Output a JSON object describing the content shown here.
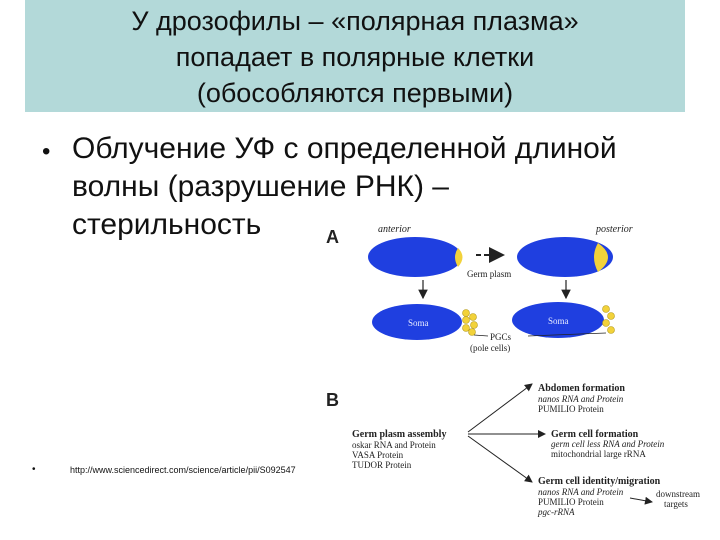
{
  "slide": {
    "title_lines": [
      "У дрозофилы – «полярная плазма»",
      "попадает в полярные клетки",
      "(обособляются первыми)"
    ],
    "bullet_lines": [
      "Облучение УФ с определенной длиной",
      "волны (разрушение РНК) –",
      "стерильность"
    ],
    "link_text": "http://www.sciencedirect.com/science/article/pii/S092547"
  },
  "figure": {
    "panel_a": {
      "label": "A",
      "anterior": "anterior",
      "posterior": "posterior",
      "germ_plasm": "Germ plasm",
      "soma_left": "Soma",
      "soma_right": "Soma",
      "pgcs": "PGCs",
      "pole_cells": "(pole cells)"
    },
    "panel_b": {
      "label": "B",
      "assembly_title": "Germ plasm assembly",
      "assembly_items": [
        "oskar RNA and Protein",
        "VASA Protein",
        "TUDOR Protein"
      ],
      "abdomen_title": "Abdomen formation",
      "abdomen_items": [
        "nanos RNA and Protein",
        "PUMILIO Protein"
      ],
      "germcell_title": "Germ cell formation",
      "germcell_items": [
        "germ cell less RNA and Protein",
        "mitochondrial large rRNA"
      ],
      "identity_title": "Germ cell identity/migration",
      "identity_items": [
        "nanos RNA and Protein",
        "PUMILIO Protein",
        "pgc-rRNA"
      ],
      "downstream": [
        "downstream",
        "targets"
      ]
    },
    "colors": {
      "title_band": "#b3d9d9",
      "embryo_blue": "#1f3fe0",
      "pole_yellow": "#f2d23a"
    }
  }
}
